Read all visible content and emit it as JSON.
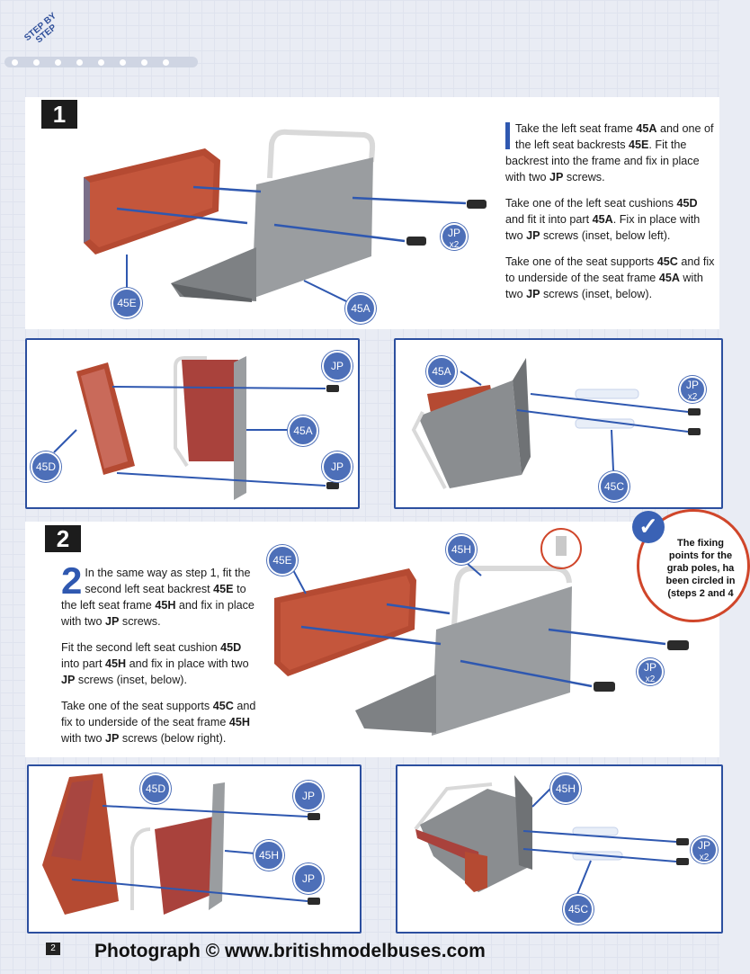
{
  "header": {
    "step_by_step": "STEP BY STEP"
  },
  "step1": {
    "number": "1",
    "paragraphs": [
      [
        "Take the left seat frame ",
        "45A",
        " and one of the left seat backrests ",
        "45E",
        ". Fit the backrest into the frame and fix in place with two ",
        "JP",
        " screws."
      ],
      [
        "Take one of the left seat cushions ",
        "45D",
        " and fit it into part ",
        "45A",
        ". Fix in place with two ",
        "JP",
        " screws (inset, below left)."
      ],
      [
        "Take one of the seat supports ",
        "45C",
        " and fix to underside of the seat frame ",
        "45A",
        " with two ",
        "JP",
        " screws (inset, below)."
      ]
    ],
    "labels": {
      "backrest": "45E",
      "frame": "45A",
      "screws": "JP",
      "screws_qty": "x2"
    },
    "inset_left": {
      "cushion": "45D",
      "frame": "45A",
      "screw_top": "JP",
      "screw_bottom": "JP"
    },
    "inset_right": {
      "frame": "45A",
      "support": "45C",
      "screws": "JP",
      "screws_qty": "x2"
    }
  },
  "step2": {
    "number": "2",
    "big_number": "2",
    "paragraphs": [
      [
        "In the same way as step 1, fit the second left seat backrest ",
        "45E",
        " to the left seat frame ",
        "45H",
        " and fix in place with two ",
        "JP",
        " screws."
      ],
      [
        "Fit the second left seat cushion ",
        "45D",
        " into part ",
        "45H",
        " and fix in place with two ",
        "JP",
        " screws (inset, below)."
      ],
      [
        "Take one of the seat supports ",
        "45C",
        " and fix to underside of the seat frame ",
        "45H",
        " with two ",
        "JP",
        " screws (below right)."
      ]
    ],
    "labels": {
      "backrest": "45E",
      "frame": "45H",
      "screws": "JP",
      "screws_qty": "x2"
    },
    "inset_left": {
      "cushion": "45D",
      "frame": "45H",
      "screw_top": "JP",
      "screw_bottom": "JP"
    },
    "inset_right": {
      "frame": "45H",
      "support": "45C",
      "screws": "JP",
      "screws_qty": "x2"
    }
  },
  "callout": {
    "lines": [
      "The fixing",
      "points for the",
      "grab poles, ha",
      "been circled in",
      "(steps 2 and 4"
    ]
  },
  "footer": {
    "page_number": "2",
    "credit": "Photograph © www.britishmodelbuses.com"
  },
  "colors": {
    "accent_blue": "#2f58b0",
    "label_blue": "#4d6fb8",
    "seat_red": "#b0442e",
    "frame_grey": "#8a8d90",
    "callout_red": "#d0462a"
  }
}
